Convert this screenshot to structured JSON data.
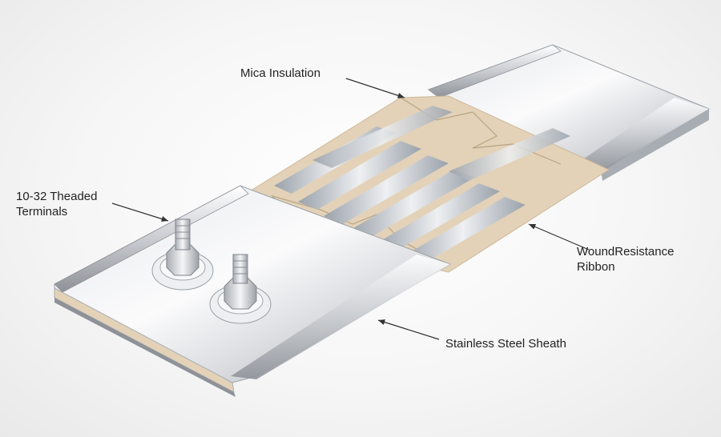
{
  "callouts": {
    "mica_insulation": "Mica Insulation",
    "terminals": "10-32 Theaded\nTerminals",
    "ribbon": "WoundResistance\nRibbon",
    "sheath": "Stainless Steel Sheath"
  },
  "colors": {
    "steel_light": "#f2f3f5",
    "steel_mid": "#c9ccd1",
    "steel_dark": "#8e9298",
    "mica": "#e3d2b8",
    "mica_edge": "#cdb899",
    "ribbon_steel": "#aeb4bc",
    "label_text": "#222222"
  },
  "icons": {
    "terminal": "hex-nut-stud-icon",
    "arrow": "callout-arrow-icon"
  }
}
